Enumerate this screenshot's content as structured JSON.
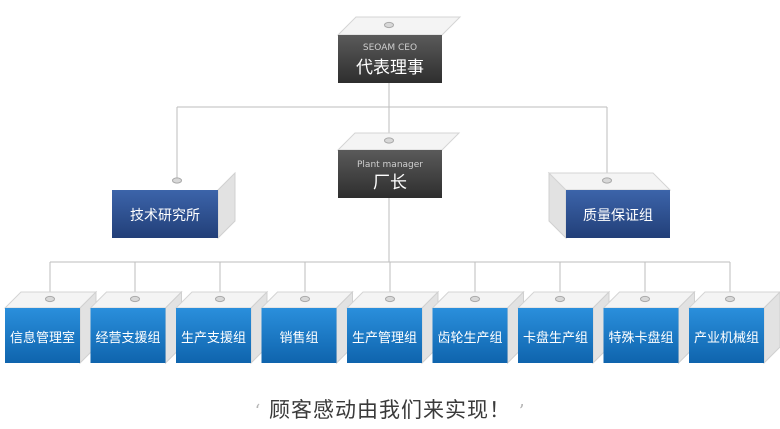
{
  "chart_data": {
    "type": "org-chart",
    "root": {
      "subtitle": "SEOAM CEO",
      "title": "代表理事"
    },
    "level2": [
      {
        "title": "技术研究所"
      },
      {
        "subtitle": "Plant manager",
        "title": "厂长"
      },
      {
        "title": "质量保证组"
      }
    ],
    "departments": [
      "信息管理室",
      "经营支援组",
      "生产支援组",
      "销售组",
      "生产管理组",
      "齿轮生产组",
      "卡盘生产组",
      "特殊卡盘组",
      "产业机械组"
    ]
  },
  "colors": {
    "dark_box": "#3b3b3b",
    "navy_box": "#2c4d8e",
    "blue_box": "#1677c8",
    "connector": "#bdbdbd"
  },
  "slogan": {
    "open_quote": "‘",
    "text": "顾客感动由我们来实现！",
    "close_quote": "’"
  }
}
